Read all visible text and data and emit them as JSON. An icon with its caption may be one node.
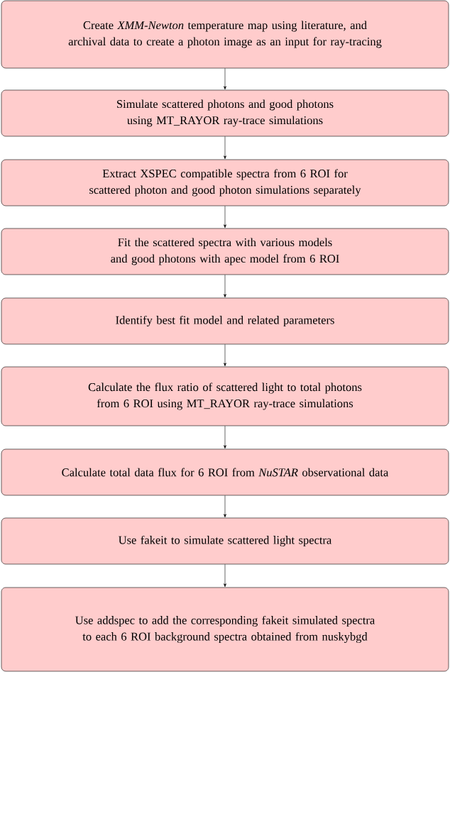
{
  "diagram": {
    "nodes": [
      {
        "text": [
          "Create *XMM-Newton* temperature map using literature, and archival data to create a photon image as an input for ray-tracing"
        ]
      },
      {
        "text": [
          "Simulate scattered photons and good photons using MT_RAYOR ray-trace simulations"
        ]
      },
      {
        "text": [
          "Extract XSPEC compatible spectra from 6 ROI for scattered photon and good photon simulations separately"
        ]
      },
      {
        "text": [
          "Fit the scattered spectra with various models and good photons with apec model from 6 ROI"
        ]
      },
      {
        "text": [
          "Identify best fit model and related parameters"
        ]
      },
      {
        "text": [
          "Calculate the flux ratio of scattered light to total photons from 6 ROI using MT_RAYOR ray-trace simulations"
        ]
      },
      {
        "text": [
          "Calculate total data flux for 6 ROI from *NuSTAR* observational data"
        ]
      },
      {
        "text": [
          "Use fakeit to simulate scattered light spectra"
        ]
      },
      {
        "text": [
          "Use addspec to add the corresponding fakeit simulated spectra to each 6 ROI background spectra obtained from nuskybgd"
        ]
      }
    ],
    "edges": [
      {
        "from": 0,
        "to": 1,
        "arrow": "to"
      },
      {
        "from": 1,
        "to": 2,
        "arrow": "to"
      },
      {
        "from": 2,
        "to": 3,
        "arrow": "to"
      },
      {
        "from": 3,
        "to": 4,
        "arrow": "to"
      },
      {
        "from": 4,
        "to": 5,
        "arrow": "to"
      },
      {
        "from": 5,
        "to": 6,
        "arrow": "to"
      },
      {
        "from": 6,
        "to": 7,
        "arrow": "to"
      },
      {
        "from": 7,
        "to": 8,
        "arrow": "to"
      }
    ]
  }
}
